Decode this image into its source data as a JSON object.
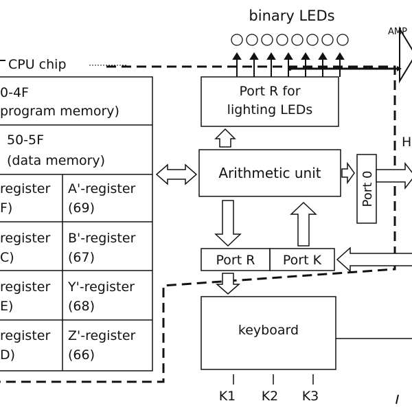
{
  "diagram": {
    "title": "binary LEDs",
    "amp_label": "AMP",
    "chip_label": "CPU chip",
    "side_label": "H",
    "memory": {
      "program_line1": "0-4F",
      "program_line2": "program memory)",
      "data_line1": "50-5F",
      "data_line2": "(data memory)"
    },
    "registers": [
      {
        "left_name": "register",
        "left_code": "F)",
        "right_name": "A'-register",
        "right_code": "(69)"
      },
      {
        "left_name": "register",
        "left_code": "C)",
        "right_name": "B'-register",
        "right_code": "(67)"
      },
      {
        "left_name": "register",
        "left_code": "E)",
        "right_name": "Y'-register",
        "right_code": "(68)"
      },
      {
        "left_name": "register",
        "left_code": "D)",
        "right_name": "Z'-register",
        "right_code": "(66)"
      }
    ],
    "port_r_leds_line1": "Port R for",
    "port_r_leds_line2": "lighting LEDs",
    "arithmetic_unit": "Arithmetic unit",
    "port_0": "Port 0",
    "port_r": "Port R",
    "port_k": "Port K",
    "keyboard": "keyboard",
    "keys": [
      "K1",
      "K2",
      "K3"
    ]
  }
}
